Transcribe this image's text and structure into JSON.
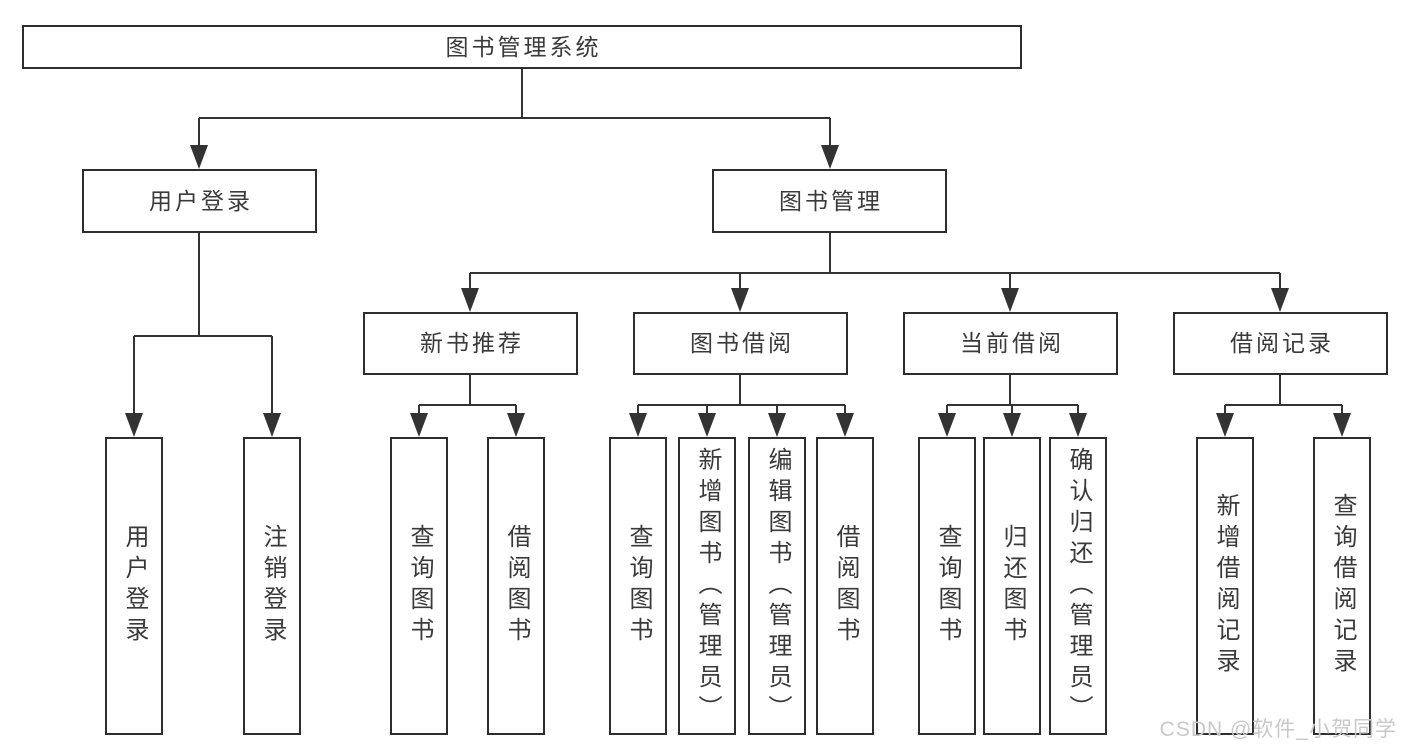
{
  "tree": {
    "label": "图书管理系统",
    "children": [
      {
        "label": "用户登录",
        "children": [
          {
            "label": "用户登录"
          },
          {
            "label": "注销登录"
          }
        ]
      },
      {
        "label": "图书管理",
        "children": [
          {
            "label": "新书推荐",
            "children": [
              {
                "label": "查询图书"
              },
              {
                "label": "借阅图书"
              }
            ]
          },
          {
            "label": "图书借阅",
            "children": [
              {
                "label": "查询图书"
              },
              {
                "label": "新增图书（管理员）"
              },
              {
                "label": "编辑图书（管理员）"
              },
              {
                "label": "借阅图书"
              }
            ]
          },
          {
            "label": "当前借阅",
            "children": [
              {
                "label": "查询图书"
              },
              {
                "label": "归还图书"
              },
              {
                "label": "确认归还（管理员）"
              }
            ]
          },
          {
            "label": "借阅记录",
            "children": [
              {
                "label": "新增借阅记录"
              },
              {
                "label": "查询借阅记录"
              }
            ]
          }
        ]
      }
    ]
  },
  "watermark": "CSDN @软件_小贺同学",
  "colors": {
    "bg": "#ffffff",
    "line": "#333333",
    "box_border": "#2e2e2e",
    "text": "#3a3a3a",
    "watermark": "#c9c9c9"
  }
}
